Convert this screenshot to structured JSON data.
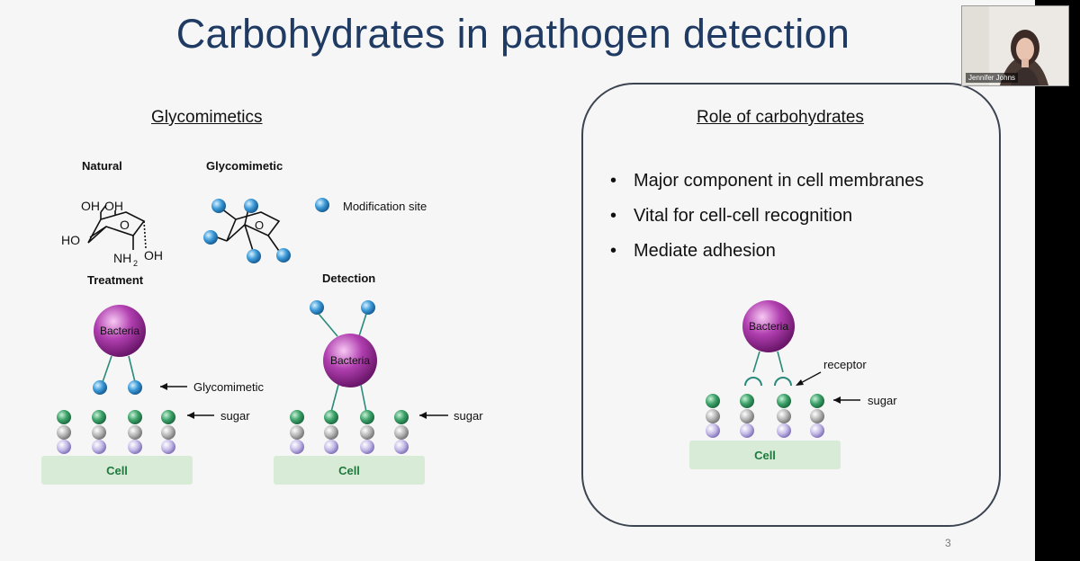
{
  "slide": {
    "title": "Carbohydrates in pathogen detection",
    "page_number": "3"
  },
  "glycomimetics": {
    "header": "Glycomimetics",
    "natural_label": "Natural",
    "glycomimetic_label": "Glycomimetic",
    "modification_label": "Modification site",
    "treatment_label": "Treatment",
    "detection_label": "Detection",
    "sugar_labels": {
      "ho": "HO",
      "oh": "OH",
      "ring_o": "O",
      "nh": "NH",
      "sub2": "2"
    }
  },
  "treatment": {
    "bacteria": "Bacteria",
    "glycomimetic_arrow": "Glycomimetic",
    "sugar_arrow": "sugar",
    "cell": "Cell"
  },
  "detection": {
    "bacteria": "Bacteria",
    "sugar_arrow": "sugar",
    "cell": "Cell"
  },
  "role": {
    "header": "Role of carbohydrates",
    "bullets": [
      "Major component in cell membranes",
      "Vital for cell-cell recognition",
      "Mediate adhesion"
    ],
    "bacteria": "Bacteria",
    "receptor": "receptor",
    "sugar_arrow": "sugar",
    "cell": "Cell"
  },
  "video": {
    "participant_name": "Jennifer Johns"
  },
  "colors": {
    "title": "#1f3a63",
    "bacteria": "#9b2a9b",
    "green_sphere": "#2f8f5a",
    "blue_sphere": "#2f8fd0",
    "cell": "#d8ecd8"
  }
}
